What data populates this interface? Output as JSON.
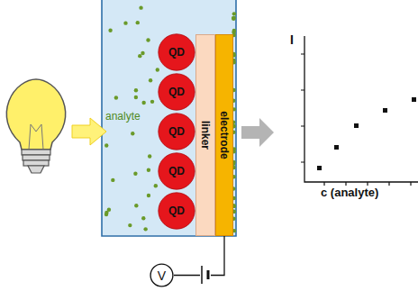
{
  "diagram": {
    "nodes": [
      {
        "text": [
          "QD"
        ]
      },
      {
        "text": [
          "QD"
        ]
      },
      {
        "text": [
          "QD"
        ]
      },
      {
        "text": [
          "QD"
        ]
      },
      {
        "text": [
          "QD"
        ]
      },
      {
        "text": [
          "linker"
        ]
      },
      {
        "text": [
          "electrode"
        ]
      },
      {
        "text": [
          "V"
        ]
      }
    ],
    "edges": [
      {
        "from": 6,
        "to": 7,
        "arrow": "none"
      }
    ],
    "labels": [
      "analyte",
      "I",
      "c (analyte)"
    ]
  }
}
